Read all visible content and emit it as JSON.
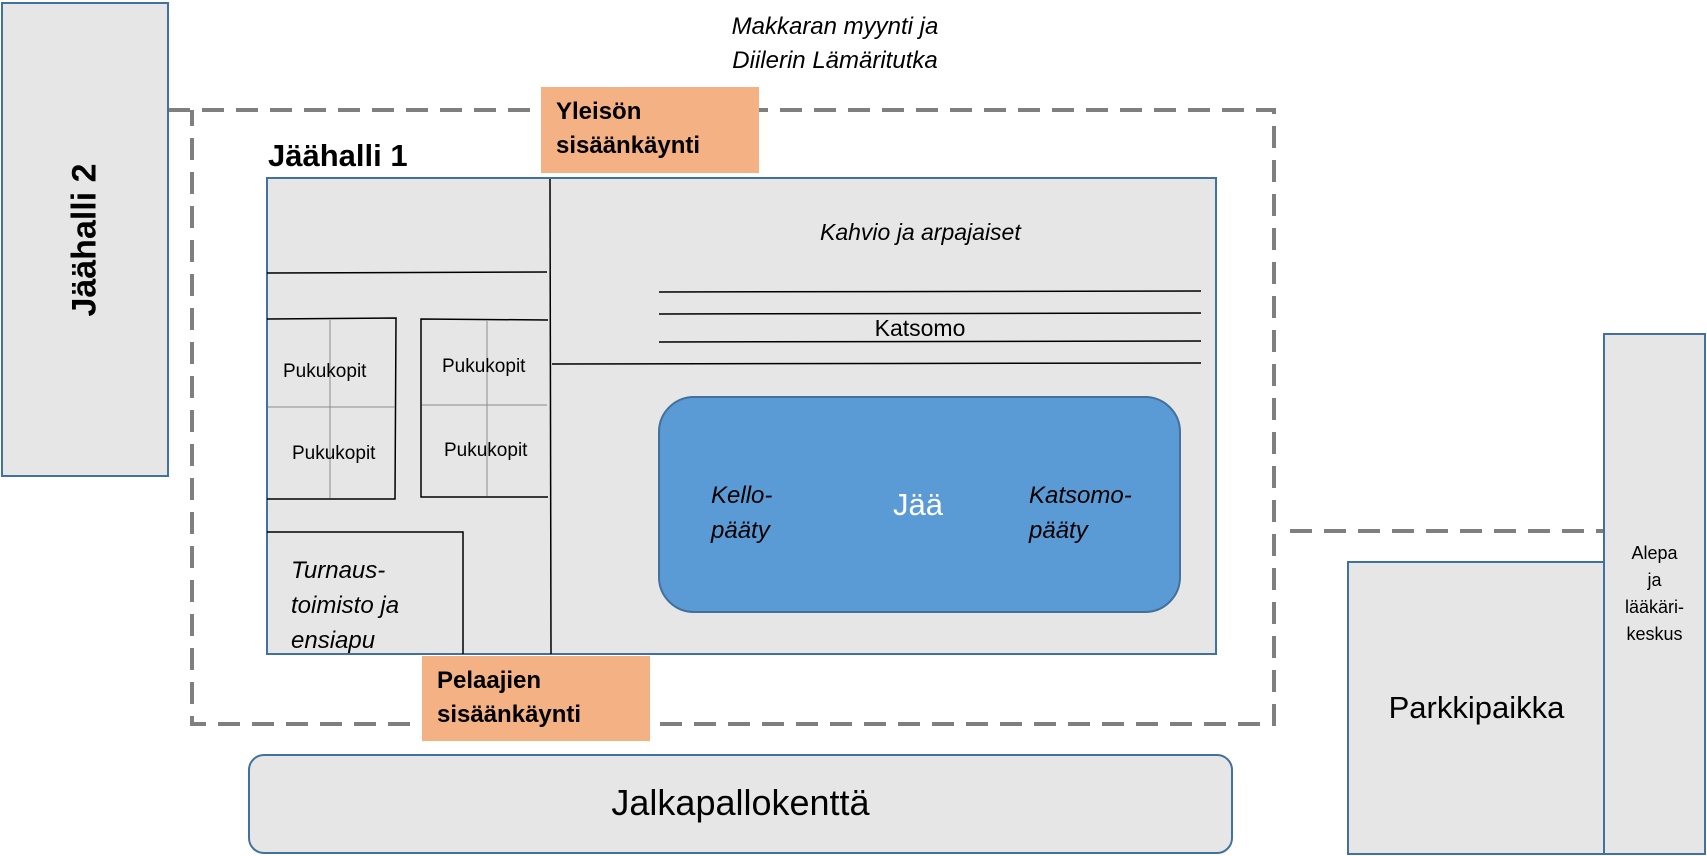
{
  "labels": {
    "jaahalli2": "Jäähalli 2",
    "jaahalli1": "Jäähalli 1",
    "makkara_line1": "Makkaran myynti ja",
    "makkara_line2": "Diilerin Lämäritutka",
    "yleison_line1": "Yleisön",
    "yleison_line2": "sisäänkäynti",
    "pelaajien_line1": "Pelaajien",
    "pelaajien_line2": "sisäänkäynti",
    "kahvio": "Kahvio ja arpajaiset",
    "katsomo": "Katsomo",
    "pukukopit": "Pukukopit",
    "turnaus_line1": "Turnaus-",
    "turnaus_line2": "toimisto ja",
    "turnaus_line3": "ensiapu",
    "kello_line1": "Kello-",
    "kello_line2": "pääty",
    "jaa": "Jää",
    "katsomopaaty_line1": "Katsomo-",
    "katsomopaaty_line2": "pääty",
    "jalkapallokentta": "Jalkapallokenttä",
    "parkkipaikka": "Parkkipaikka",
    "alepa_line1": "Alepa",
    "alepa_line2": "ja",
    "alepa_line3": "lääkäri-",
    "alepa_line4": "keskus"
  },
  "colors": {
    "box_fill": "#e7e6e6",
    "box_border": "#41719c",
    "ice_fill": "#5b9bd5",
    "entrance_fill": "#f4b183",
    "dashed_line": "#7f7f7f"
  }
}
